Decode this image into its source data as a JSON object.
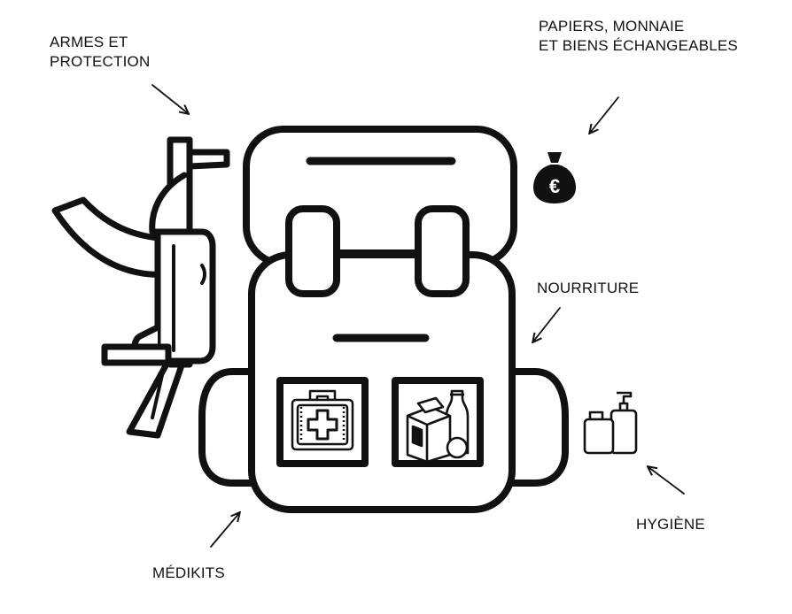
{
  "labels": {
    "armes": [
      "ARMES ET",
      "PROTECTION"
    ],
    "papiers": [
      "PAPIERS, MONNAIE",
      "ET BIENS ÉCHANGEABLES"
    ],
    "nourriture": "NOURRITURE",
    "hygiene": "HYGIÈNE",
    "medikits": "MÉDIKITS"
  },
  "icons": {
    "money_bag_symbol": "€"
  },
  "colors": {
    "ink": "#111111",
    "background": "#ffffff"
  }
}
